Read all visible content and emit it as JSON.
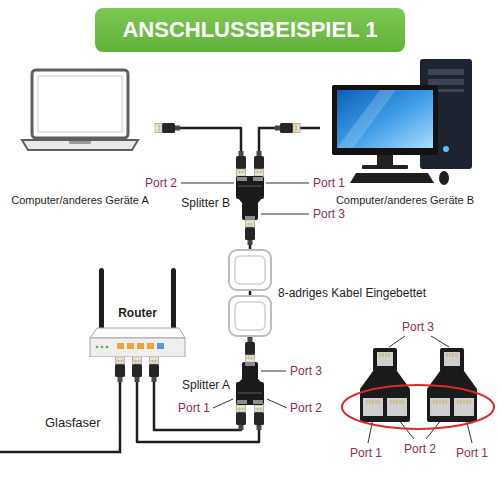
{
  "diagram": {
    "title": "ANSCHLUSSBEISPIEL 1",
    "nodes": [
      {
        "text": [
          "Computer/anderes Geräte A"
        ]
      },
      {
        "text": [
          "Computer/anderes Geräte B"
        ]
      },
      {
        "text": [
          "Splitter B"
        ]
      },
      {
        "text": [
          "Router"
        ]
      },
      {
        "text": [
          "Splitter A"
        ]
      }
    ],
    "edges": [
      {
        "from": 0,
        "to": 2,
        "arrow": "none"
      },
      {
        "from": 1,
        "to": 2,
        "arrow": "none"
      },
      {
        "from": 2,
        "to": 4,
        "arrow": "none"
      },
      {
        "from": 4,
        "to": 3,
        "arrow": "none"
      },
      {
        "from": 4,
        "to": 3,
        "arrow": "none"
      }
    ],
    "labels": [
      "Port 2",
      "Port 1",
      "Port 3",
      "8-adriges Kabel Eingebettet",
      "Port 3",
      "Port 1",
      "Port 2",
      "Glasfaser",
      "Port 3",
      "Port 1",
      "Port 2",
      "Port 1"
    ]
  }
}
